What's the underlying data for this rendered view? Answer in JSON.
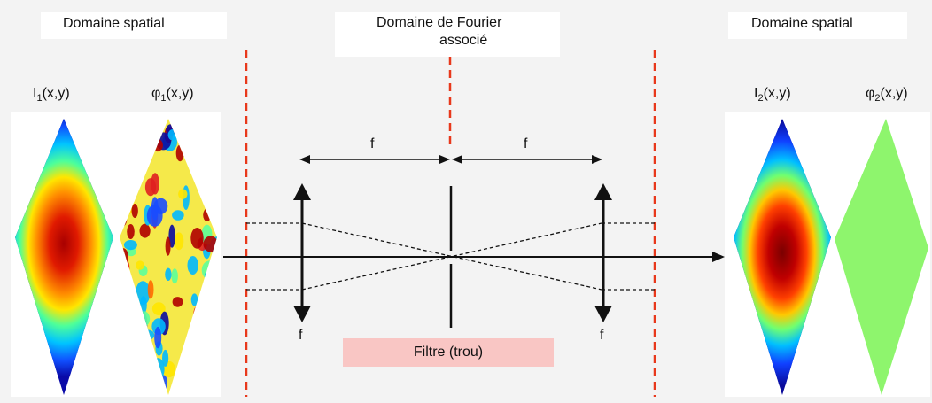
{
  "titles": {
    "left": "Domaine spatial",
    "center_line1": "Domaine de Fourier",
    "center_line2": "associé",
    "right": "Domaine spatial"
  },
  "fields": {
    "i1": {
      "base": "I",
      "sub": "1",
      "tail": "(x,y)"
    },
    "phi1": {
      "base": "φ",
      "sub": "1",
      "tail": "(x,y)"
    },
    "i2": {
      "base": "I",
      "sub": "2",
      "tail": "(x,y)"
    },
    "phi2": {
      "base": "φ",
      "sub": "2",
      "tail": "(x,y)"
    }
  },
  "focal": {
    "top_left": "f",
    "top_right": "f",
    "lens_left": "f",
    "lens_right": "f"
  },
  "filter": {
    "label": "Filtre (trou)"
  },
  "colors": {
    "dashed_red": "#e8381b",
    "filter_bg": "#f9c6c4",
    "uniform_phase": "#8ef56d",
    "background": "#f3f3f3"
  }
}
